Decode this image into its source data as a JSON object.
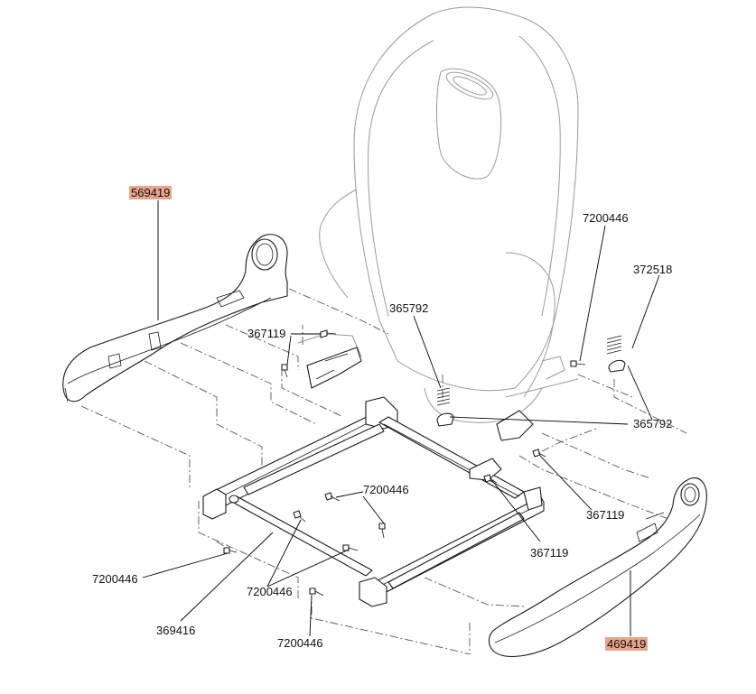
{
  "callouts": {
    "c569419": {
      "text": "569419",
      "highlighted": true
    },
    "c7200446_top": {
      "text": "7200446"
    },
    "c372518": {
      "text": "372518"
    },
    "c365792_left": {
      "text": "365792"
    },
    "c367119_left": {
      "text": "367119"
    },
    "c365792_right": {
      "text": "365792"
    },
    "c7200446_mid": {
      "text": "7200446"
    },
    "c367119_right": {
      "text": "367119"
    },
    "c367119_mid": {
      "text": "367119"
    },
    "c7200446_left": {
      "text": "7200446"
    },
    "c7200446_center": {
      "text": "7200446"
    },
    "c369416": {
      "text": "369416"
    },
    "c7200446_bottom": {
      "text": "7200446"
    },
    "c469419": {
      "text": "469419",
      "highlighted": true
    }
  },
  "colors": {
    "highlight": "#e8a58a",
    "line": "#1a1a1a",
    "ghost": "#9a9a9a"
  }
}
